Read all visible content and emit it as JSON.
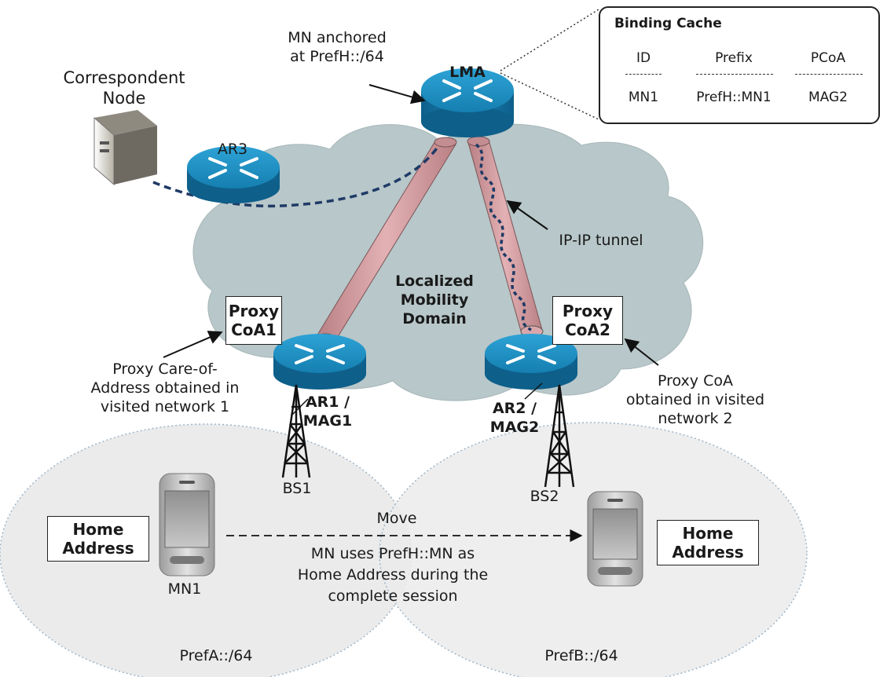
{
  "binding_cache": {
    "title": "Binding Cache",
    "headers": [
      "ID",
      "Prefix",
      "PCoA"
    ],
    "rows": [
      [
        "MN1",
        "PrefH::MN1",
        "MAG2"
      ]
    ]
  },
  "labels": {
    "mn_anchored": [
      "MN anchored",
      "at PrefH::/64"
    ],
    "lma": "LMA",
    "correspondent": [
      "Correspondent",
      "Node"
    ],
    "ar3": "AR3",
    "tunnel": "IP-IP tunnel",
    "domain": [
      "Localized",
      "Mobility",
      "Domain"
    ],
    "proxy_coa1": [
      "Proxy",
      "CoA1"
    ],
    "proxy_coa2": [
      "Proxy",
      "CoA2"
    ],
    "pcoa1_desc": [
      "Proxy Care-of-",
      "Address obtained in",
      "visited network 1"
    ],
    "pcoa2_desc": [
      "Proxy CoA",
      "obtained in visited",
      "network 2"
    ],
    "ar1": [
      "AR1 /",
      "MAG1"
    ],
    "ar2": [
      "AR2 /",
      "MAG2"
    ],
    "bs1": "BS1",
    "bs2": "BS2",
    "home_left": [
      "Home",
      "Address"
    ],
    "home_right": [
      "Home",
      "Address"
    ],
    "mn1": "MN1",
    "move": "Move",
    "session_note": [
      "MN uses PrefH::MN as",
      "Home Address during the",
      "complete session"
    ],
    "prefA": "PrefA::/64",
    "prefB": "PrefB::/64"
  },
  "colors": {
    "cloud": "#b7c6c8",
    "router": "#1b87b8",
    "tunnel": "#d8a3a6",
    "cell": "#e9e9e9"
  }
}
